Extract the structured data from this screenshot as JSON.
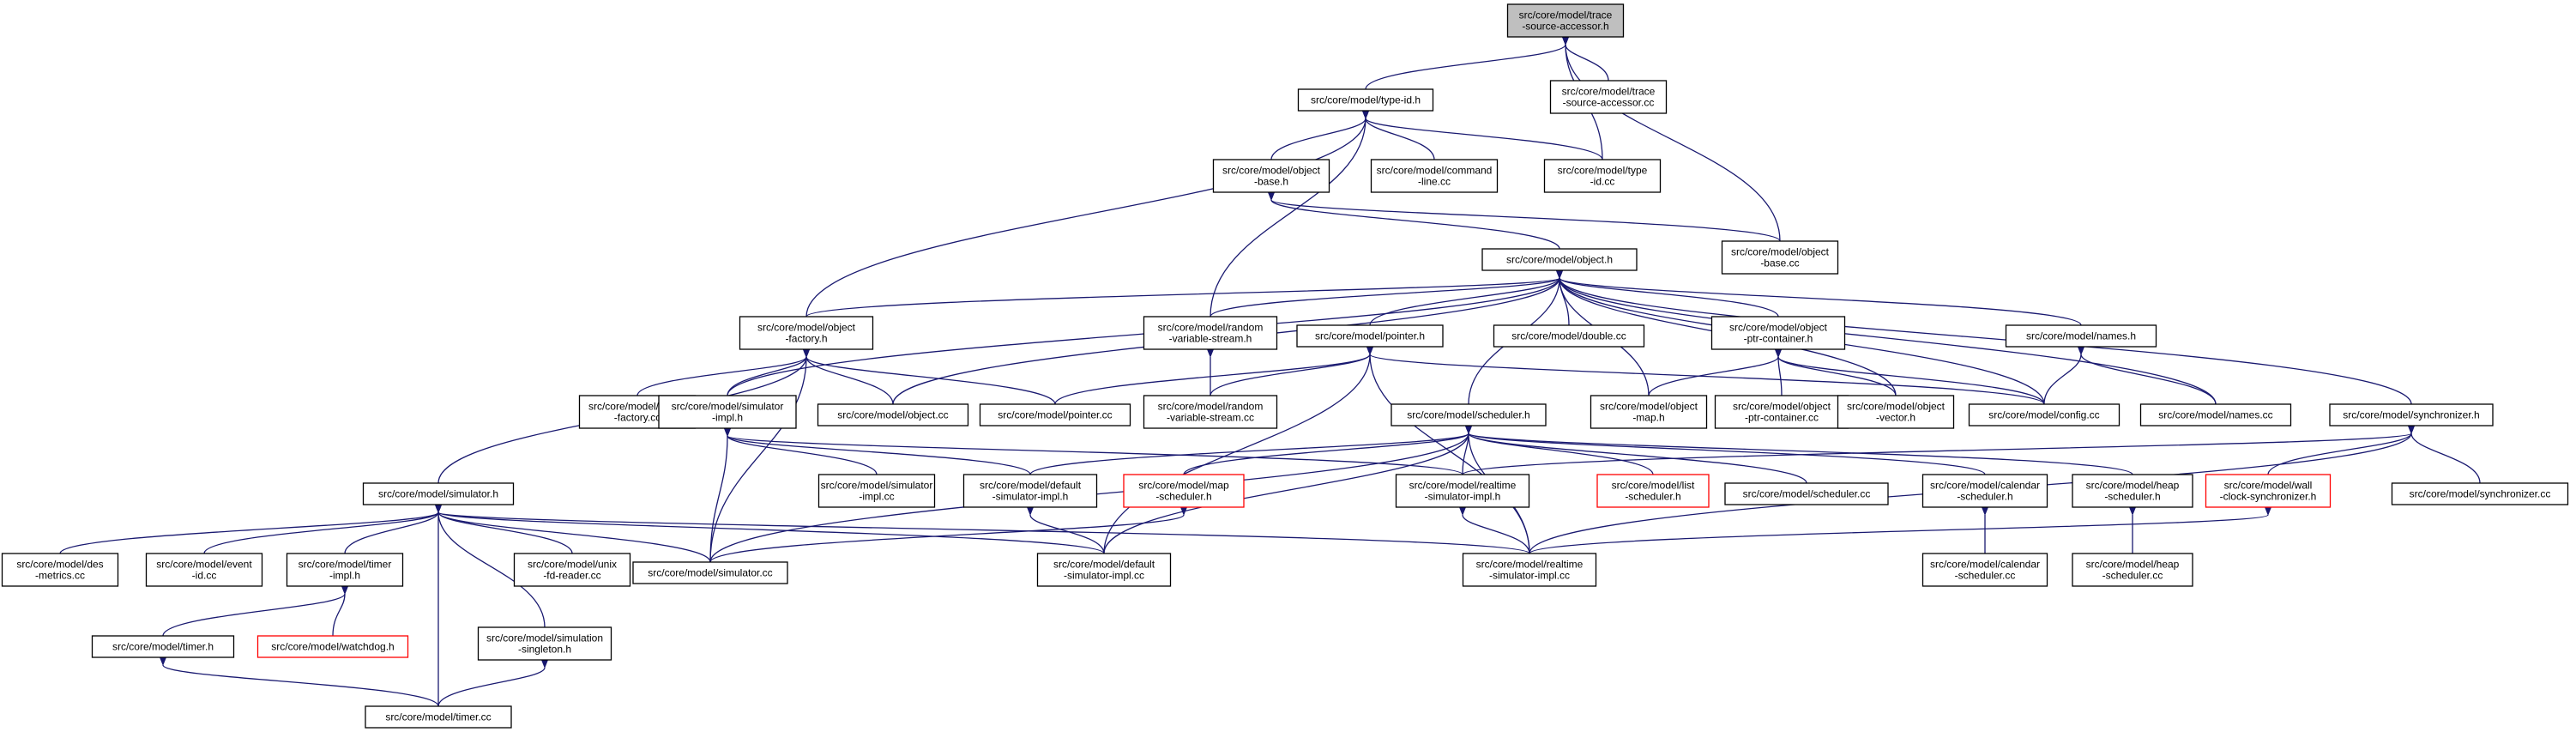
{
  "nodes": [
    {
      "id": "root",
      "lines": [
        "src/core/model/trace",
        "-source-accessor.h"
      ],
      "style": "root"
    },
    {
      "id": "typeidh",
      "lines": [
        "src/core/model/type-id.h"
      ]
    },
    {
      "id": "tsacc",
      "lines": [
        "src/core/model/trace",
        "-source-accessor.cc"
      ]
    },
    {
      "id": "objbaseh",
      "lines": [
        "src/core/model/object",
        "-base.h"
      ]
    },
    {
      "id": "cmdline",
      "lines": [
        "src/core/model/command",
        "-line.cc"
      ]
    },
    {
      "id": "typeidcc",
      "lines": [
        "src/core/model/type",
        "-id.cc"
      ]
    },
    {
      "id": "objbasecc",
      "lines": [
        "src/core/model/object",
        "-base.cc"
      ]
    },
    {
      "id": "objecth",
      "lines": [
        "src/core/model/object.h"
      ]
    },
    {
      "id": "objfactoryh",
      "lines": [
        "src/core/model/object",
        "-factory.h"
      ]
    },
    {
      "id": "randvsh",
      "lines": [
        "src/core/model/random",
        "-variable-stream.h"
      ]
    },
    {
      "id": "pointerh",
      "lines": [
        "src/core/model/pointer.h"
      ]
    },
    {
      "id": "doublecc",
      "lines": [
        "src/core/model/double.cc"
      ]
    },
    {
      "id": "objptrconth",
      "lines": [
        "src/core/model/object",
        "-ptr-container.h"
      ]
    },
    {
      "id": "namesh",
      "lines": [
        "src/core/model/names.h"
      ]
    },
    {
      "id": "objfactorycc",
      "lines": [
        "src/core/model/object",
        "-factory.cc"
      ]
    },
    {
      "id": "simimplh",
      "lines": [
        "src/core/model/simulator",
        "-impl.h"
      ]
    },
    {
      "id": "objectcc",
      "lines": [
        "src/core/model/object.cc"
      ]
    },
    {
      "id": "pointercc",
      "lines": [
        "src/core/model/pointer.cc"
      ]
    },
    {
      "id": "randvscc",
      "lines": [
        "src/core/model/random",
        "-variable-stream.cc"
      ]
    },
    {
      "id": "schedulerh",
      "lines": [
        "src/core/model/scheduler.h"
      ]
    },
    {
      "id": "objmaph",
      "lines": [
        "src/core/model/object",
        "-map.h"
      ]
    },
    {
      "id": "objptrcontcc",
      "lines": [
        "src/core/model/object",
        "-ptr-container.cc"
      ]
    },
    {
      "id": "objvectorh",
      "lines": [
        "src/core/model/object",
        "-vector.h"
      ]
    },
    {
      "id": "configcc",
      "lines": [
        "src/core/model/config.cc"
      ]
    },
    {
      "id": "namescc",
      "lines": [
        "src/core/model/names.cc"
      ]
    },
    {
      "id": "synchh",
      "lines": [
        "src/core/model/synchronizer.h"
      ]
    },
    {
      "id": "simulatorh",
      "lines": [
        "src/core/model/simulator.h"
      ]
    },
    {
      "id": "simimplcc",
      "lines": [
        "src/core/model/simulator",
        "-impl.cc"
      ]
    },
    {
      "id": "defsimimplh",
      "lines": [
        "src/core/model/default",
        "-simulator-impl.h"
      ]
    },
    {
      "id": "mapschedh",
      "lines": [
        "src/core/model/map",
        "-scheduler.h"
      ],
      "style": "truncated"
    },
    {
      "id": "rtsimimplh",
      "lines": [
        "src/core/model/realtime",
        "-simulator-impl.h"
      ]
    },
    {
      "id": "listschedh",
      "lines": [
        "src/core/model/list",
        "-scheduler.h"
      ],
      "style": "truncated"
    },
    {
      "id": "schedulercc",
      "lines": [
        "src/core/model/scheduler.cc"
      ]
    },
    {
      "id": "calschedh",
      "lines": [
        "src/core/model/calendar",
        "-scheduler.h"
      ]
    },
    {
      "id": "heapschedh",
      "lines": [
        "src/core/model/heap",
        "-scheduler.h"
      ]
    },
    {
      "id": "wallclockh",
      "lines": [
        "src/core/model/wall",
        "-clock-synchronizer.h"
      ],
      "style": "truncated"
    },
    {
      "id": "synchcc",
      "lines": [
        "src/core/model/synchronizer.cc"
      ]
    },
    {
      "id": "desmetrics",
      "lines": [
        "src/core/model/des",
        "-metrics.cc"
      ]
    },
    {
      "id": "eventidcc",
      "lines": [
        "src/core/model/event",
        "-id.cc"
      ]
    },
    {
      "id": "timerimplh",
      "lines": [
        "src/core/model/timer",
        "-impl.h"
      ]
    },
    {
      "id": "unixfdreader",
      "lines": [
        "src/core/model/unix",
        "-fd-reader.cc"
      ]
    },
    {
      "id": "simulatorcc",
      "lines": [
        "src/core/model/simulator.cc"
      ]
    },
    {
      "id": "defsimimplcc",
      "lines": [
        "src/core/model/default",
        "-simulator-impl.cc"
      ]
    },
    {
      "id": "rtsimimplcc",
      "lines": [
        "src/core/model/realtime",
        "-simulator-impl.cc"
      ]
    },
    {
      "id": "calschedcc",
      "lines": [
        "src/core/model/calendar",
        "-scheduler.cc"
      ]
    },
    {
      "id": "heapschedcc",
      "lines": [
        "src/core/model/heap",
        "-scheduler.cc"
      ]
    },
    {
      "id": "timerh",
      "lines": [
        "src/core/model/timer.h"
      ]
    },
    {
      "id": "watchdogh",
      "lines": [
        "src/core/model/watchdog.h"
      ],
      "style": "truncated"
    },
    {
      "id": "simsingletonh",
      "lines": [
        "src/core/model/simulation",
        "-singleton.h"
      ]
    },
    {
      "id": "timercc",
      "lines": [
        "src/core/model/timer.cc"
      ]
    }
  ],
  "edges": [
    [
      "root",
      "typeidh"
    ],
    [
      "root",
      "tsacc"
    ],
    [
      "root",
      "typeidcc"
    ],
    [
      "root",
      "objbasecc"
    ],
    [
      "typeidh",
      "objbaseh"
    ],
    [
      "typeidh",
      "cmdline"
    ],
    [
      "typeidh",
      "typeidcc"
    ],
    [
      "typeidh",
      "objfactoryh"
    ],
    [
      "typeidh",
      "randvsh"
    ],
    [
      "objbaseh",
      "objecth"
    ],
    [
      "objbaseh",
      "objbasecc"
    ],
    [
      "objecth",
      "objfactoryh"
    ],
    [
      "objecth",
      "randvsh"
    ],
    [
      "objecth",
      "pointerh"
    ],
    [
      "objecth",
      "doublecc"
    ],
    [
      "objecth",
      "objptrconth"
    ],
    [
      "objecth",
      "namesh"
    ],
    [
      "objecth",
      "simimplh"
    ],
    [
      "objecth",
      "objectcc"
    ],
    [
      "objecth",
      "schedulerh"
    ],
    [
      "objecth",
      "objmaph"
    ],
    [
      "objecth",
      "objvectorh"
    ],
    [
      "objecth",
      "configcc"
    ],
    [
      "objecth",
      "namescc"
    ],
    [
      "objecth",
      "synchh"
    ],
    [
      "objfactoryh",
      "objfactorycc"
    ],
    [
      "objfactoryh",
      "simimplh"
    ],
    [
      "objfactoryh",
      "objectcc"
    ],
    [
      "objfactoryh",
      "pointercc"
    ],
    [
      "objfactoryh",
      "simulatorh"
    ],
    [
      "objfactoryh",
      "simulatorcc"
    ],
    [
      "randvsh",
      "randvscc"
    ],
    [
      "pointerh",
      "pointercc"
    ],
    [
      "pointerh",
      "randvscc"
    ],
    [
      "pointerh",
      "configcc"
    ],
    [
      "pointerh",
      "defsimimplcc"
    ],
    [
      "pointerh",
      "rtsimimplcc"
    ],
    [
      "objptrconth",
      "objmaph"
    ],
    [
      "objptrconth",
      "objptrcontcc"
    ],
    [
      "objptrconth",
      "objvectorh"
    ],
    [
      "objptrconth",
      "configcc"
    ],
    [
      "namesh",
      "configcc"
    ],
    [
      "namesh",
      "namescc"
    ],
    [
      "simimplh",
      "simimplcc"
    ],
    [
      "simimplh",
      "defsimimplh"
    ],
    [
      "simimplh",
      "rtsimimplh"
    ],
    [
      "simimplh",
      "simulatorcc"
    ],
    [
      "schedulerh",
      "defsimimplh"
    ],
    [
      "schedulerh",
      "mapschedh"
    ],
    [
      "schedulerh",
      "rtsimimplh"
    ],
    [
      "schedulerh",
      "listschedh"
    ],
    [
      "schedulerh",
      "schedulercc"
    ],
    [
      "schedulerh",
      "calschedh"
    ],
    [
      "schedulerh",
      "heapschedh"
    ],
    [
      "schedulerh",
      "simulatorcc"
    ],
    [
      "schedulerh",
      "defsimimplcc"
    ],
    [
      "schedulerh",
      "rtsimimplcc"
    ],
    [
      "synchh",
      "rtsimimplh"
    ],
    [
      "synchh",
      "wallclockh"
    ],
    [
      "synchh",
      "synchcc"
    ],
    [
      "synchh",
      "rtsimimplcc"
    ],
    [
      "simulatorh",
      "desmetrics"
    ],
    [
      "simulatorh",
      "eventidcc"
    ],
    [
      "simulatorh",
      "timerimplh"
    ],
    [
      "simulatorh",
      "unixfdreader"
    ],
    [
      "simulatorh",
      "simulatorcc"
    ],
    [
      "simulatorh",
      "defsimimplcc"
    ],
    [
      "simulatorh",
      "rtsimimplcc"
    ],
    [
      "simulatorh",
      "simsingletonh"
    ],
    [
      "simulatorh",
      "timercc"
    ],
    [
      "defsimimplh",
      "defsimimplcc"
    ],
    [
      "mapschedh",
      "simulatorcc"
    ],
    [
      "rtsimimplh",
      "rtsimimplcc"
    ],
    [
      "calschedh",
      "calschedcc"
    ],
    [
      "heapschedh",
      "heapschedcc"
    ],
    [
      "wallclockh",
      "rtsimimplcc"
    ],
    [
      "timerimplh",
      "timerh"
    ],
    [
      "timerimplh",
      "watchdogh"
    ],
    [
      "timerh",
      "timercc"
    ],
    [
      "simsingletonh",
      "timercc"
    ]
  ],
  "colors": {
    "edge": "#191970",
    "root_fill": "#bfbfbf",
    "truncated_border": "#ff0000"
  }
}
